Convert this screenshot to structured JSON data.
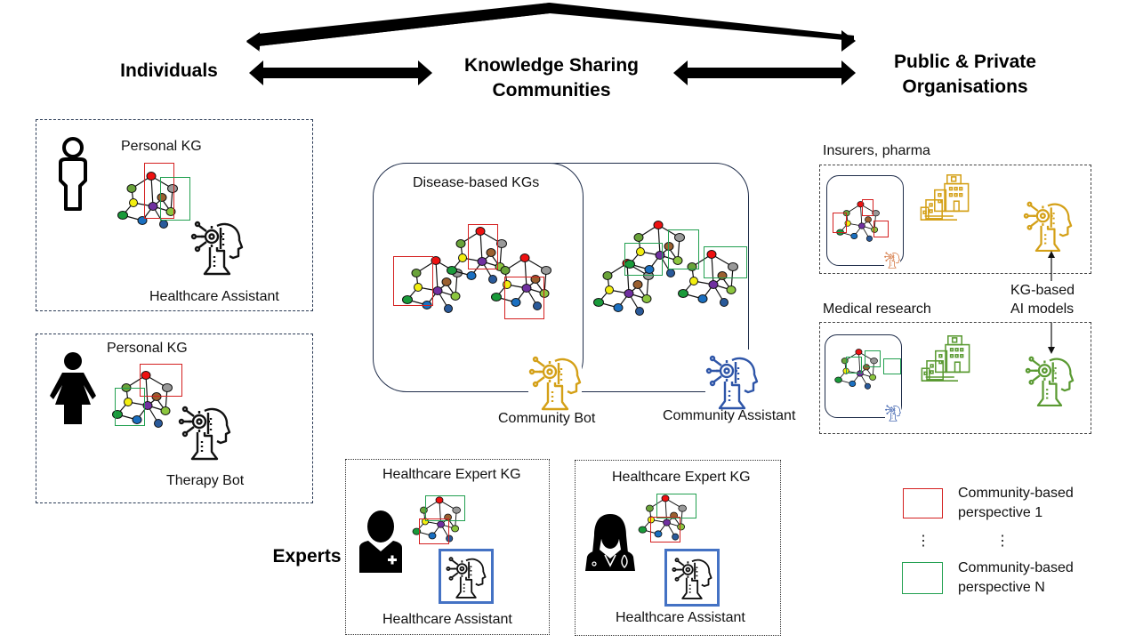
{
  "headers": {
    "individuals": "Individuals",
    "communities_line1": "Knowledge Sharing",
    "communities_line2": "Communities",
    "organisations_line1": "Public & Private",
    "organisations_line2": "Organisations",
    "experts": "Experts"
  },
  "individuals": [
    {
      "kg_label": "Personal KG",
      "agent_label": "Healthcare Assistant",
      "person": "man-outline"
    },
    {
      "kg_label": "Personal KG",
      "agent_label": "Therapy Bot",
      "person": "woman-filled"
    }
  ],
  "communities": {
    "kg_label": "Disease-based KGs",
    "bot_label": "Community Bot",
    "assistant_label": "Community Assistant",
    "bot_color": "#d4a017",
    "assistant_color": "#2e55a8"
  },
  "experts": [
    {
      "kg_label": "Healthcare Expert KG",
      "agent_label": "Healthcare Assistant",
      "person": "male-doctor"
    },
    {
      "kg_label": "Healthcare Expert KG",
      "agent_label": "Healthcare Assistant",
      "person": "female-doctor"
    }
  ],
  "organisations": {
    "groups": [
      {
        "label": "Insurers, pharma",
        "color": "#d4a017"
      },
      {
        "label": "Medical research",
        "color": "#5a9a32"
      }
    ],
    "annotation_line1": "KG-based",
    "annotation_line2": "AI models"
  },
  "legend": {
    "items": [
      {
        "label_line1": "Community-based",
        "label_line2": "perspective 1",
        "color": "#d42020"
      },
      {
        "label_line1": "Community-based",
        "label_line2": "perspective N",
        "color": "#22a050"
      }
    ],
    "ellipsis": "⋮"
  },
  "colors": {
    "perspective_1": "#d42020",
    "perspective_n": "#22a050",
    "frame": "#1f2d4a",
    "expert_frame": "#4472c4"
  }
}
